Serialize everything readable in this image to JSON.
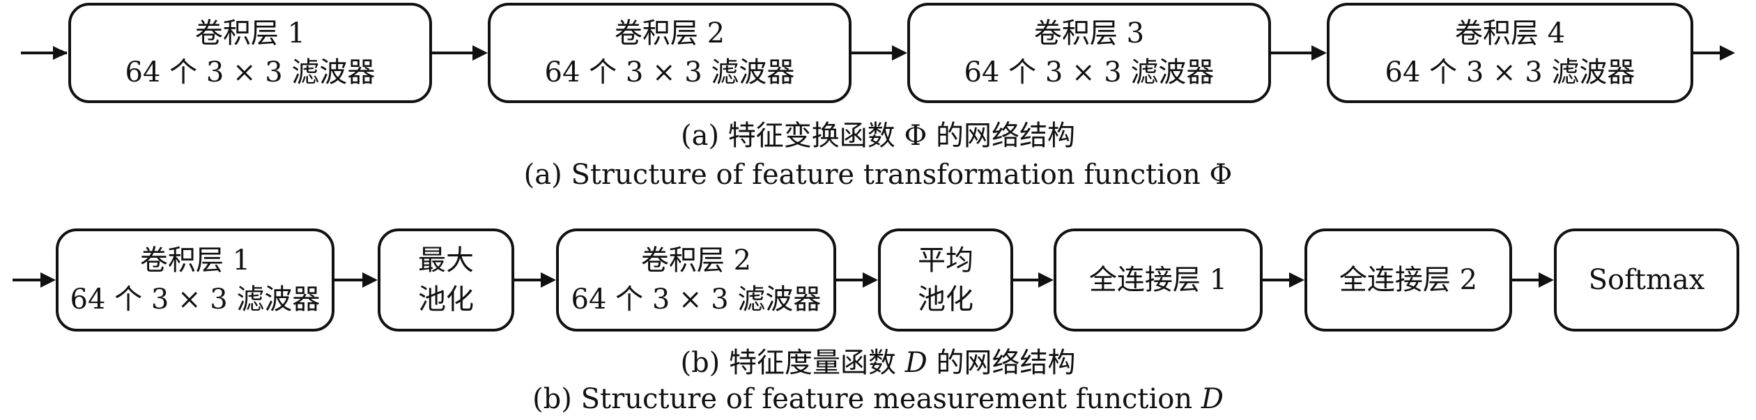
{
  "row_a": {
    "boxes": [
      {
        "line1": "卷积层 1",
        "line2": "64 个 3 × 3 滤波器"
      },
      {
        "line1": "卷积层 2",
        "line2": "64 个 3 × 3 滤波器"
      },
      {
        "line1": "卷积层 3",
        "line2": "64 个 3 × 3 滤波器"
      },
      {
        "line1": "卷积层 4",
        "line2": "64 个 3 × 3 滤波器"
      }
    ],
    "caption_cn": "(a) 特征变换函数 Φ 的网络结构",
    "caption_en": "(a) Structure of feature transformation function Φ"
  },
  "row_b": {
    "boxes": [
      {
        "line1": "卷积层 1",
        "line2": "64 个 3 × 3 滤波器"
      },
      {
        "line1": "最大",
        "line2": "池化"
      },
      {
        "line1": "卷积层 2",
        "line2": "64 个 3 × 3 滤波器"
      },
      {
        "line1": "平均",
        "line2": "池化"
      },
      {
        "line1": "全连接层 1",
        "line2": ""
      },
      {
        "line1": "全连接层 2",
        "line2": ""
      },
      {
        "line1": "Softmax",
        "line2": ""
      }
    ],
    "caption_cn_prefix": "(b) 特征度量函数 ",
    "caption_cn_symbol": "D",
    "caption_cn_suffix": " 的网络结构",
    "caption_en_prefix": "(b) Structure of feature measurement function ",
    "caption_en_symbol": "D"
  }
}
